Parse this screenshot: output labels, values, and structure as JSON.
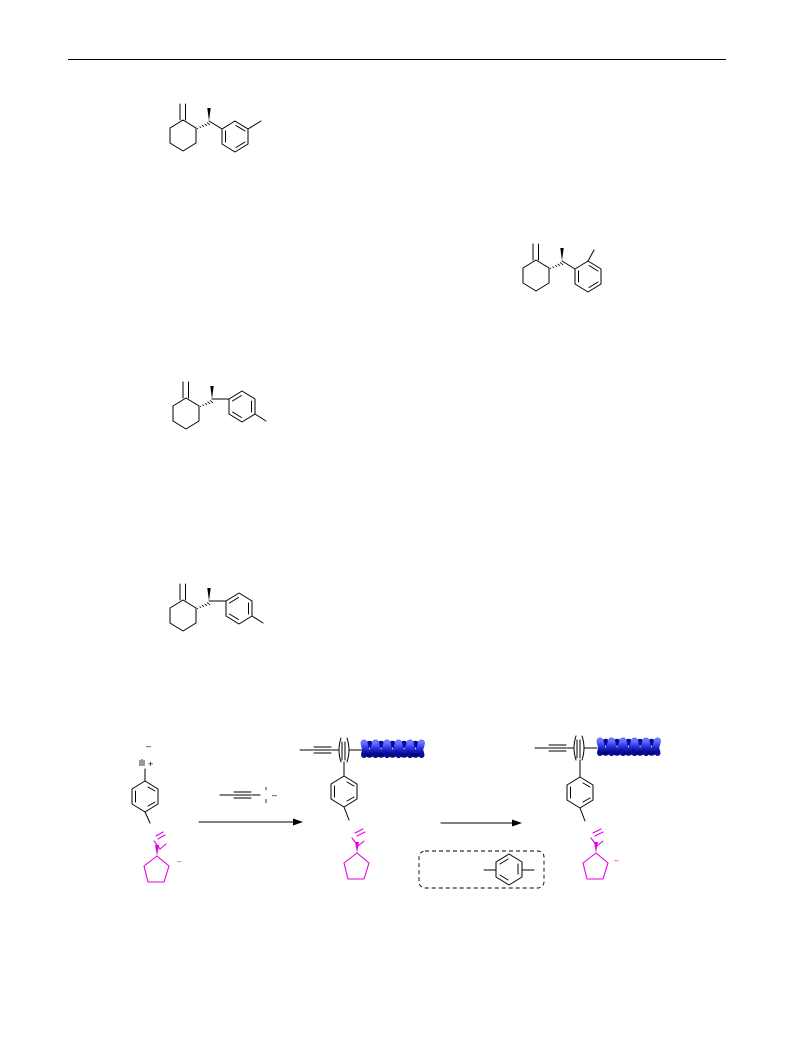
{
  "page": {
    "header_rule": true
  },
  "structures": [
    {
      "id": "compound-meta-methyl",
      "aryl_substituent": "meta-methyl"
    },
    {
      "id": "compound-ortho-methyl",
      "aryl_substituent": "ortho-methyl"
    },
    {
      "id": "compound-para-methyl-a",
      "aryl_substituent": "para-methyl"
    },
    {
      "id": "compound-para-methyl-b",
      "aryl_substituent": "para-methyl"
    }
  ],
  "scheme": {
    "colors": {
      "ink": "#000000",
      "scaffold": "#e600e6",
      "helix_dark": "#0a0aa0",
      "helix_light": "#4a52ff"
    },
    "minus_glyph": "–",
    "plus_glyph": "+",
    "reagent_box_style": "dashed"
  }
}
